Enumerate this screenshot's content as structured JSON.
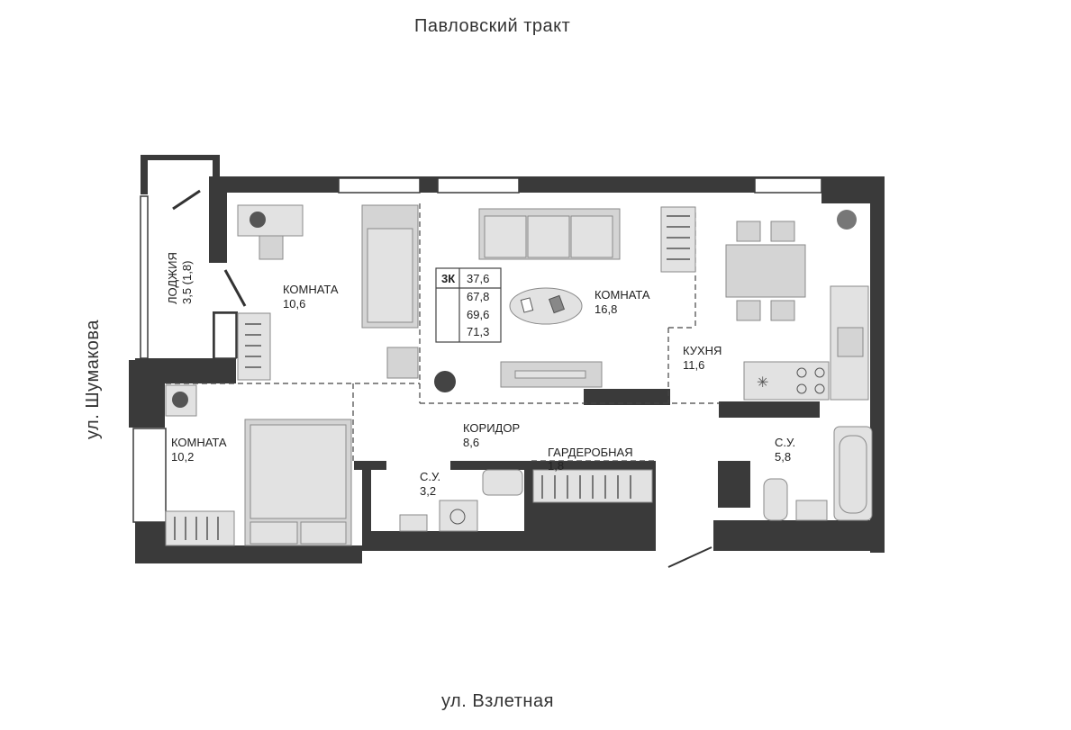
{
  "streets": {
    "top": "Павловский тракт",
    "bottom": "ул. Взлетная",
    "left": "ул. Шумакова"
  },
  "rooms": [
    {
      "id": "loggia",
      "name": "ЛОДЖИЯ",
      "area": "3,5 (1,8)"
    },
    {
      "id": "room1",
      "name": "КОМНАТА",
      "area": "10,6"
    },
    {
      "id": "room2",
      "name": "КОМНАТА",
      "area": "16,8"
    },
    {
      "id": "room3",
      "name": "КОМНАТА",
      "area": "10,2"
    },
    {
      "id": "kitchen",
      "name": "КУХНЯ",
      "area": "11,6"
    },
    {
      "id": "corridor",
      "name": "КОРИДОР",
      "area": "8,6"
    },
    {
      "id": "wardrobe",
      "name": "ГАРДЕРОБНАЯ",
      "area": "1,8"
    },
    {
      "id": "bath1",
      "name": "С.У.",
      "area": "3,2"
    },
    {
      "id": "bath2",
      "name": "С.У.",
      "area": "5,8"
    }
  ],
  "summary": {
    "type": "3К",
    "living_area": "37,6",
    "total_area": "67,8",
    "area_with_loggia": "69,6",
    "area_full": "71,3"
  },
  "colors": {
    "wall": "#3a3a3a",
    "furniture": "#d4d4d4",
    "background": "#ffffff"
  }
}
